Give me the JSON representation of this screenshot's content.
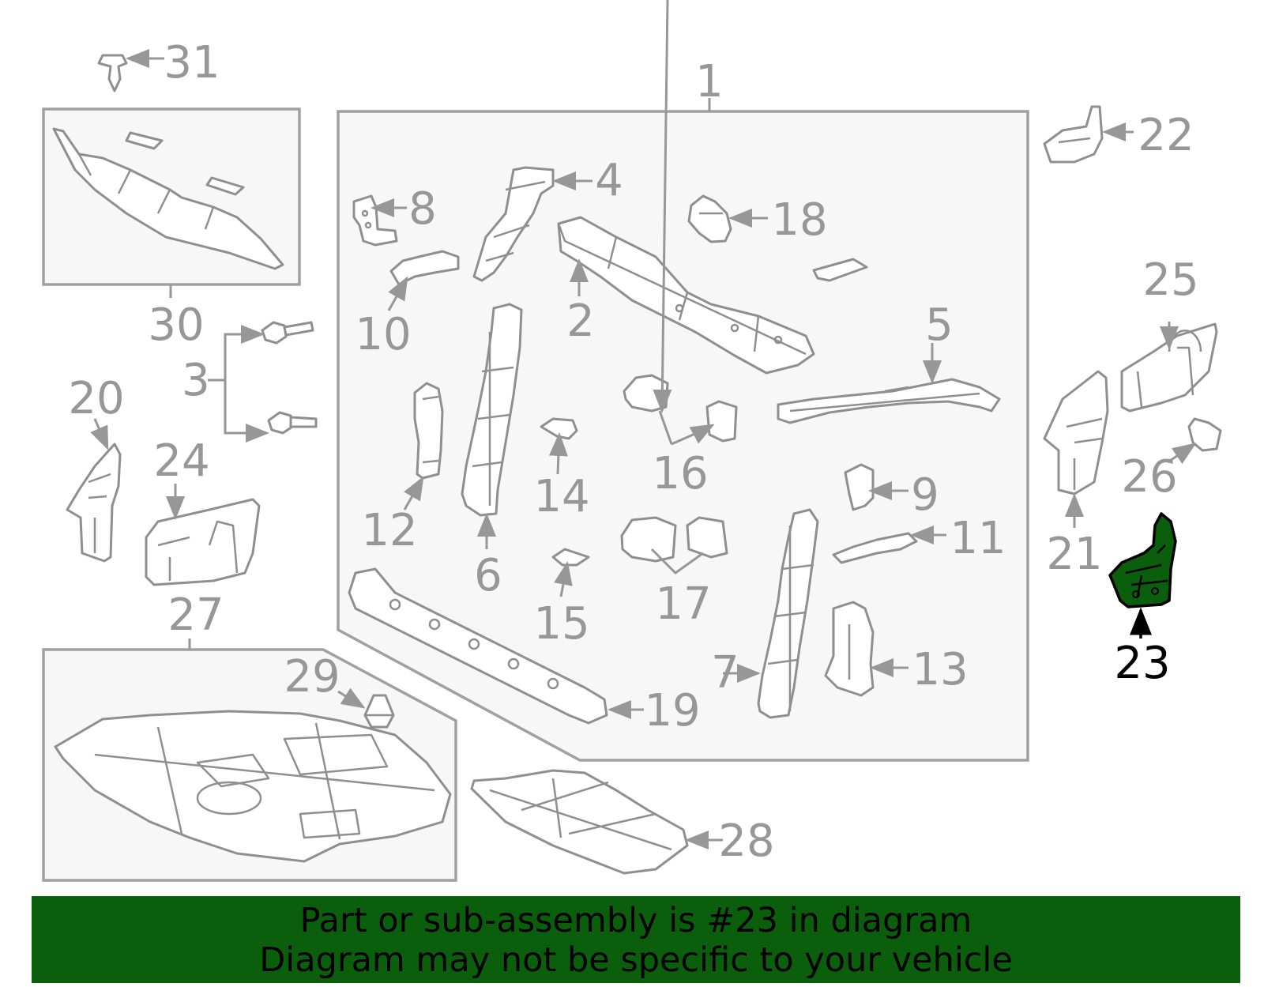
{
  "callouts": {
    "c1": "1",
    "c2": "2",
    "c3": "3",
    "c4": "4",
    "c5": "5",
    "c6": "6",
    "c7": "7",
    "c8": "8",
    "c9": "9",
    "c10": "10",
    "c11": "11",
    "c12": "12",
    "c13": "13",
    "c14": "14",
    "c15": "15",
    "c16": "16",
    "c17": "17",
    "c18": "18",
    "c19": "19",
    "c20": "20",
    "c21": "21",
    "c22": "22",
    "c23": "23",
    "c24": "24",
    "c25": "25",
    "c26": "26",
    "c27": "27",
    "c28": "28",
    "c29": "29",
    "c30": "30",
    "c31": "31"
  },
  "highlight": {
    "part_number": "23",
    "color": "#0b5e0b"
  },
  "colors": {
    "line": "#979797",
    "box_fill": "#f7f7f7",
    "banner": "#0b5e0b"
  },
  "banner": {
    "line1": "Part or sub-assembly is #23 in diagram",
    "line2": "Diagram may not be specific to your vehicle"
  }
}
